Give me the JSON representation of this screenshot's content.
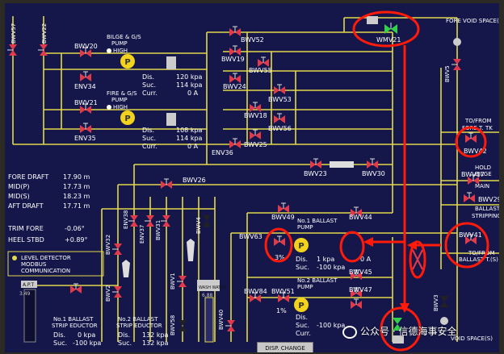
{
  "valves": {
    "bwv57": "BWV57",
    "bwv22": "BWV22",
    "bwv20": "BWV20",
    "env34": "ENV34",
    "bwv21": "BWV21",
    "env35": "ENV35",
    "bwv52": "BWV52",
    "bwv19": "BWV19",
    "bwv55": "BWV55",
    "bwv24": "BWV24",
    "bwv53": "BWV53",
    "bwv18": "BWV18",
    "bwv56": "BWV56",
    "bwv25": "BWV25",
    "env36": "ENV36",
    "bwv23": "BWV23",
    "bwv30": "BWV30",
    "bwv26": "BWV26",
    "bwv49": "BWV49",
    "bwv44": "BWV44",
    "bwv63": "BWV63",
    "bwv45": "BWV45",
    "bwv84": "BWV84",
    "bwv51": "BWV51",
    "bwv47": "BWV47",
    "bwv40": "BWV40",
    "bwv2": "BWV2",
    "bwv1": "BWV1",
    "bwv58": "BWV58",
    "env38": "ENV38",
    "env37": "ENV37",
    "bwv31": "BWV31",
    "bwv4": "BWV4",
    "bwv32": "BWV32",
    "wmv21": "WMV21",
    "bwv5": "BWV5",
    "bwv42": "BWV42",
    "bwv17": "BWV17",
    "bwv29": "BWV29",
    "bwv41": "BWV41",
    "bwv3": "BWV3"
  },
  "pumps": {
    "bilge_gs": {
      "name": "BILGE & G/S",
      "sub": "PUMP",
      "status": "HIGH",
      "dis": "120 kpa",
      "suc": "114 kpa",
      "curr": "0 A"
    },
    "fire_gs": {
      "name": "FIRE & G/S",
      "sub": "PUMP",
      "status": "HIGH",
      "dis": "108 kpa",
      "suc": "114 kpa",
      "curr": "0 A"
    },
    "ballast1": {
      "name": "No.1 BALLAST",
      "sub": "PUMP",
      "dis": "1 kpa",
      "suc": "-100 kpa",
      "curr": "0 A",
      "pct": "3%"
    },
    "ballast2": {
      "name": "No.2 BALLAST",
      "sub": "PUMP",
      "dis": "",
      "suc": "-100 kpa",
      "curr": "",
      "pct": "1%"
    },
    "symbol": "P"
  },
  "readout_labels": {
    "dis": "Dis.",
    "suc": "Suc.",
    "curr": "Curr."
  },
  "drafts": [
    {
      "label": "FORE DRAFT",
      "value": "17.90 m"
    },
    {
      "label": "MID(P)",
      "value": "17.73 m"
    },
    {
      "label": "MID(S)",
      "value": "18.23 m"
    },
    {
      "label": "AFT DRAFT",
      "value": "17.71 m"
    }
  ],
  "trim": {
    "label": "TRIM FORE",
    "value": "-0.06°"
  },
  "heel": {
    "label": "HEEL STBD",
    "value": "+0.89°"
  },
  "level_detector": {
    "line1": "LEVEL DETECTOR",
    "line2": "MODBUS",
    "line3": "COMMUNICATION"
  },
  "apt": {
    "label": "A.P.T",
    "value": "3.49"
  },
  "wash_water": {
    "label": "WASH WATER",
    "value": "6.88"
  },
  "eductors": [
    {
      "name": "No.1 BALLAST",
      "sub": "STRIP EDUCTOR",
      "dis": "0 kpa",
      "suc": "-100 kpa"
    },
    {
      "name": "No.2 BALLAST",
      "sub": "STRIP EDUCTOR",
      "dis": "132 kpa",
      "suc": "132 kpa"
    }
  ],
  "tags": {
    "fore_void": "FORE VOID SPACE(P)",
    "to_from_fore": "TO/FROM",
    "fore_tk": "FORE T. TK",
    "hold_bilge": "HOLD",
    "bilge": "BILGE",
    "main": "MAIN",
    "ballast_strip": "BALLAST",
    "stripping": "STRIPPING",
    "to_from_ballast": "TO/FROM",
    "ballast_tk": "BALLAST T.(S)",
    "void_space_s": "VOID SPACE(S)"
  },
  "disp_change": "DISP. CHANGE",
  "watermark": "公众号 · 信德海事安全",
  "colors": {
    "background": "#15174a",
    "pipe": "#e2d94a",
    "valve_closed": "#e23a4a",
    "valve_open": "#2fd24a",
    "pump": "#f2d21c",
    "annotation": "#ff1a0a"
  }
}
